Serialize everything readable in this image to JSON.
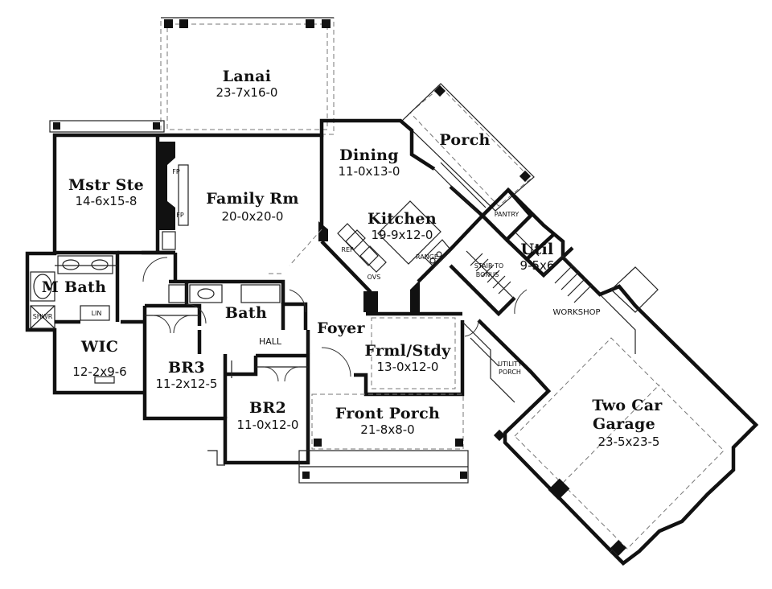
{
  "rooms": {
    "lanai": {
      "name": "Lanai",
      "dims": "23-7x16-0"
    },
    "porch": {
      "name": "Porch"
    },
    "dining": {
      "name": "Dining",
      "dims": "11-0x13-0"
    },
    "mstr_ste": {
      "name": "Mstr Ste",
      "dims": "14-6x15-8"
    },
    "family_rm": {
      "name": "Family Rm",
      "dims": "20-0x20-0"
    },
    "kitchen": {
      "name": "Kitchen",
      "dims": "19-9x12-0"
    },
    "util": {
      "name": "Util",
      "dims": "9-5x6"
    },
    "m_bath": {
      "name": "M Bath"
    },
    "bath": {
      "name": "Bath"
    },
    "foyer": {
      "name": "Foyer"
    },
    "wic": {
      "name": "WIC",
      "dims": "12-2x9-6"
    },
    "br3": {
      "name": "BR3",
      "dims": "11-2x12-5"
    },
    "frml_stdy": {
      "name": "Frml/Stdy",
      "dims": "13-0x12-0"
    },
    "br2": {
      "name": "BR2",
      "dims": "11-0x12-0"
    },
    "front_porch": {
      "name": "Front Porch",
      "dims": "21-8x8-0"
    },
    "garage": {
      "name_line1": "Two Car",
      "name_line2": "Garage",
      "dims": "23-5x23-5"
    }
  },
  "labels": {
    "fp_upper": "FP",
    "fp_lower": "FP",
    "pantry": "PANTRY",
    "ref": "REF",
    "range": "RANGE",
    "ovs": "OVS",
    "stair_line1": "STAIR TO",
    "stair_line2": "BONUS",
    "workshop": "WORKSHOP",
    "shwr": "SHWR",
    "lin": "LIN",
    "hall": "HALL",
    "utility_porch_line1": "UTILITY",
    "utility_porch_line2": "PORCH"
  }
}
